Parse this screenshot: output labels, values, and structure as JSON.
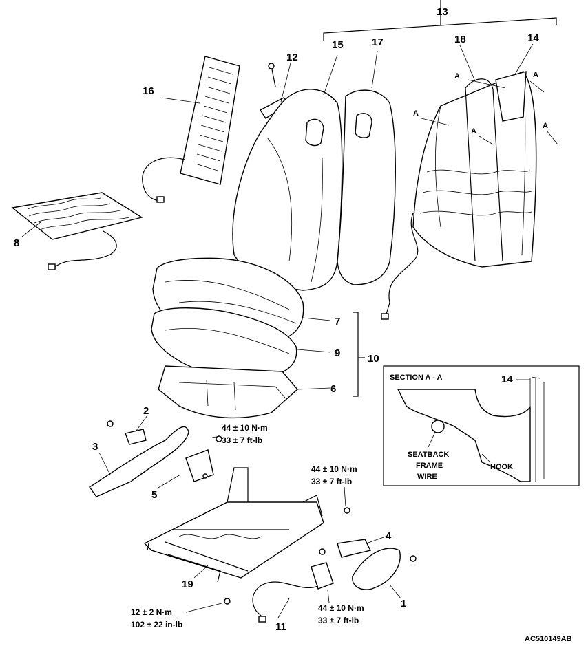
{
  "callouts": [
    "13",
    "15",
    "17",
    "18",
    "14",
    "12",
    "16",
    "8",
    "7",
    "9",
    "6",
    "10",
    "2",
    "3",
    "5",
    "4",
    "19",
    "11",
    "1",
    "A"
  ],
  "torques": {
    "t1_nm": "44 ± 10 N·m",
    "t1_ft": "33 ± 7 ft-lb",
    "t2_nm": "44 ± 10 N·m",
    "t2_ft": "33 ± 7 ft-lb",
    "t3_nm": "12 ± 2 N·m",
    "t3_in": "102 ± 22 in-lb",
    "t4_nm": "44 ± 10 N·m",
    "t4_ft": "33 ± 7 ft-lb"
  },
  "section": {
    "title": "SECTION A - A",
    "part_number": "14",
    "label_seatback_1": "SEATBACK",
    "label_seatback_2": "FRAME",
    "label_seatback_3": "WIRE",
    "label_hook": "HOOK"
  },
  "figure_id": "AC510149AB"
}
